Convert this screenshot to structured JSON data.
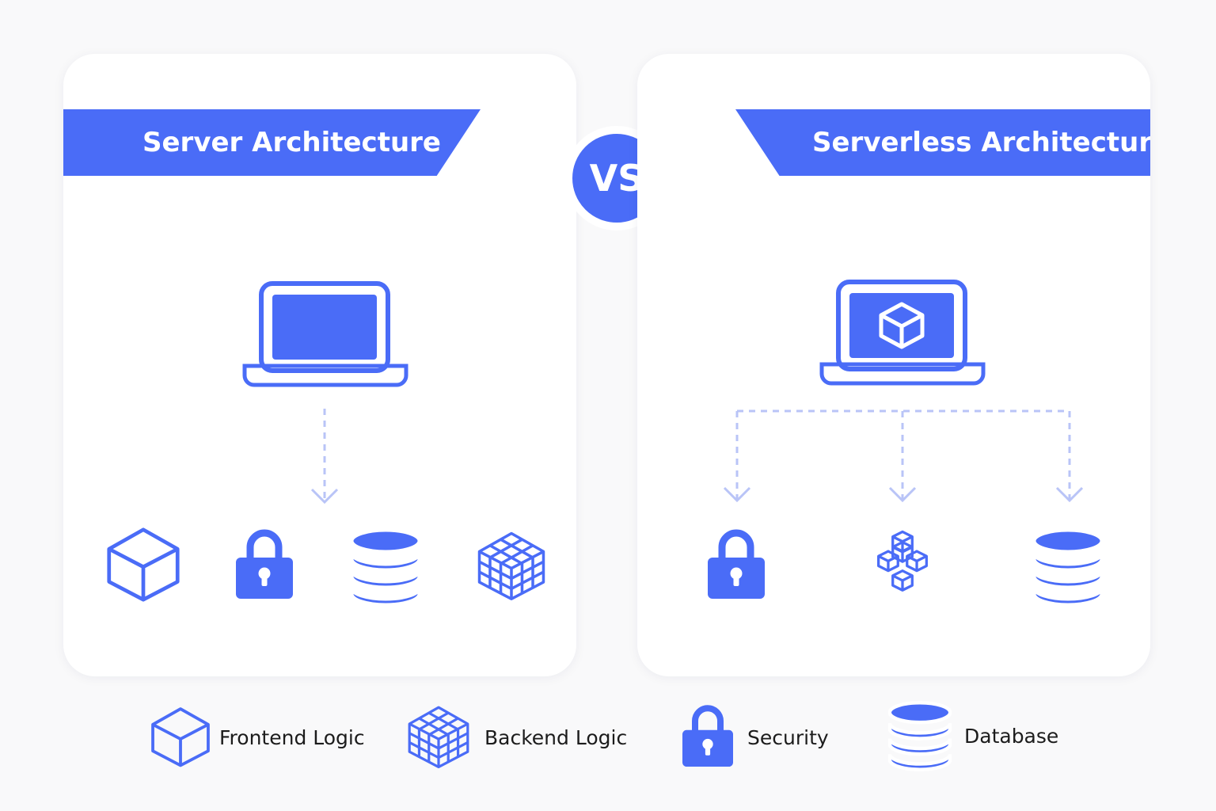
{
  "colors": {
    "accent": "#4a6cf7",
    "connector": "#b9c4f7",
    "background": "#f9f9fa",
    "panel": "#ffffff"
  },
  "left_panel": {
    "title": "Server Architecture",
    "icons": [
      "laptop-icon",
      "cube-icon",
      "lock-icon",
      "database-icon",
      "grid-cube-icon"
    ]
  },
  "vs_label": "VS",
  "right_panel": {
    "title": "Serverless Architecture",
    "icons": [
      "laptop-cube-icon",
      "lock-icon",
      "cube-cluster-icon",
      "database-icon"
    ]
  },
  "legend": [
    {
      "icon": "cube-icon",
      "label": "Frontend Logic"
    },
    {
      "icon": "grid-cube-icon",
      "label": "Backend Logic"
    },
    {
      "icon": "lock-icon",
      "label": "Security"
    },
    {
      "icon": "database-icon",
      "label": "Database"
    }
  ]
}
